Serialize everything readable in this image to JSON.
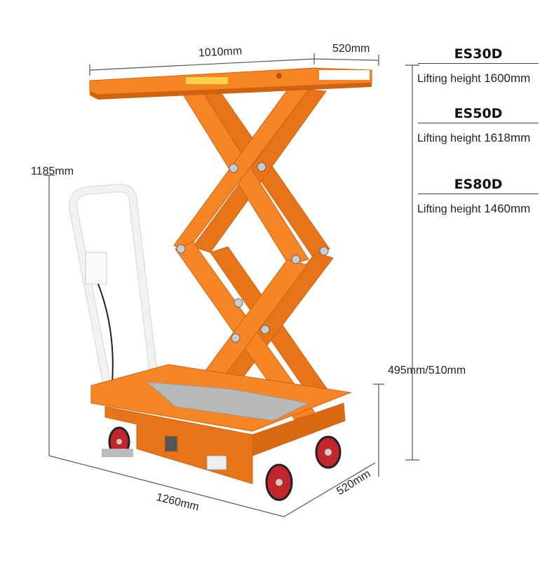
{
  "dimensions": {
    "platform_length": "1010mm",
    "platform_width": "520mm",
    "handle_height": "1185mm",
    "base_length": "1260mm",
    "base_width": "520mm",
    "lowered_height": "495mm/510mm"
  },
  "models": [
    {
      "name": "ES30D",
      "label": "Lifting height",
      "value": "1600mm"
    },
    {
      "name": "ES50D",
      "label": "Lifting height",
      "value": "1618mm"
    },
    {
      "name": "ES80D",
      "label": "Lifting height",
      "value": "1460mm"
    }
  ],
  "colors": {
    "body": "#f07c1c",
    "body_dark": "#cf6310",
    "wheel": "#c0262b",
    "handle": "#f4f4f4"
  }
}
